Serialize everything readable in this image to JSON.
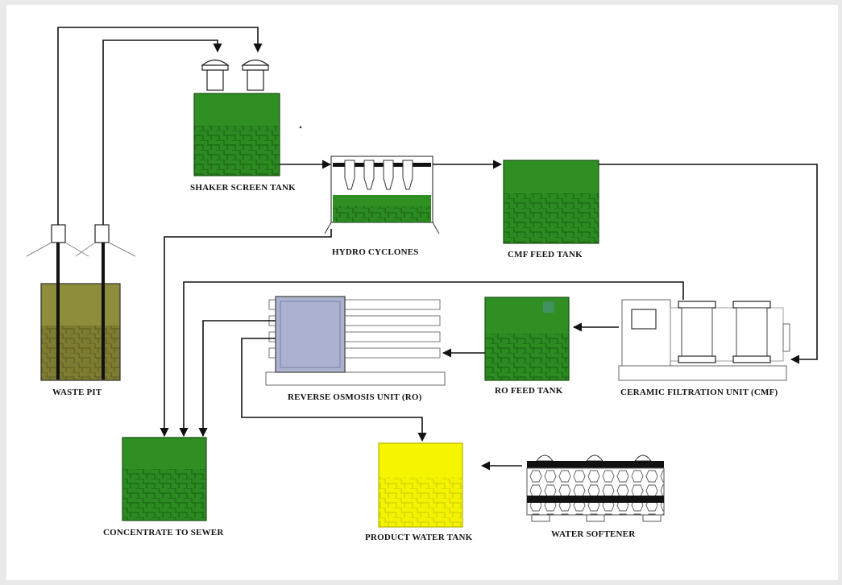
{
  "labels": {
    "shaker": "SHAKER SCREEN TANK",
    "hydro": "HYDRO CYCLONES",
    "cmf_feed": "CMF FEED TANK",
    "waste_pit": "WASTE PIT",
    "ro_unit": "REVERSE OSMOSIS UNIT (RO)",
    "ro_feed": "RO FEED TANK",
    "cmf_unit": "CERAMIC FILTRATION UNIT (CMF)",
    "concentrate": "CONCENTRATE TO SEWER",
    "product": "PRODUCT WATER TANK",
    "softener": "WATER SOFTENER"
  },
  "colors": {
    "tank_green": "#2f8a22",
    "tank_green_dark": "#1f6d18",
    "waste_olive": "#8a8a3a",
    "waste_olive_dark": "#6f6f2a",
    "product_yellow": "#f5f500",
    "ro_membrane": "#a9b1cf"
  }
}
